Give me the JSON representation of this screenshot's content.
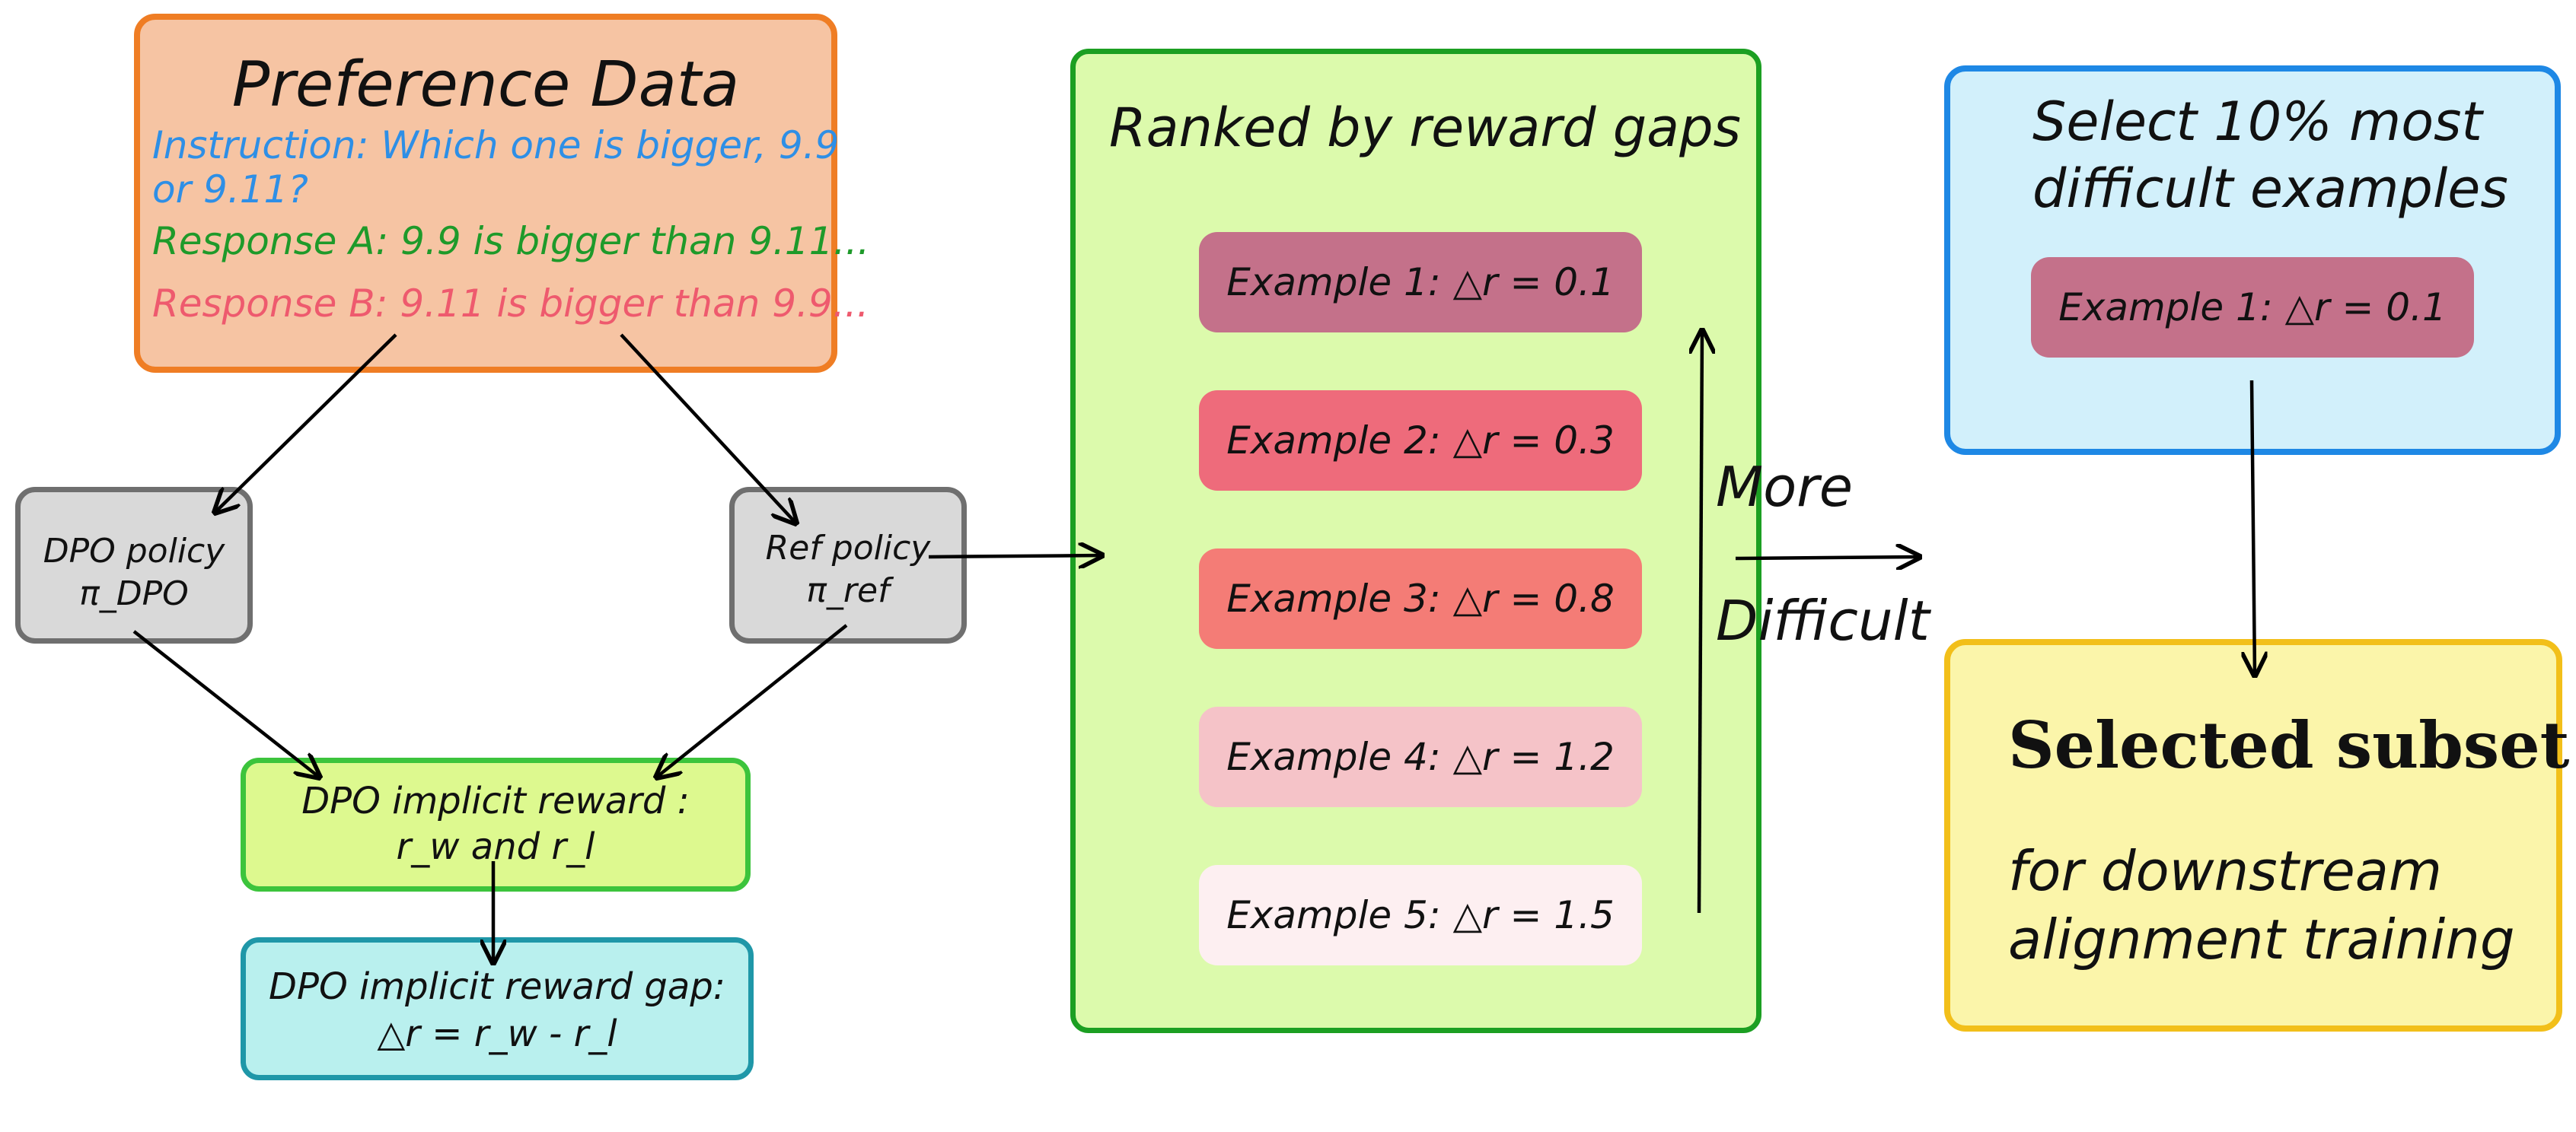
{
  "preference": {
    "title": "Preference Data",
    "instruction_line1": "Instruction: Which one is bigger, 9.9",
    "instruction_line2": "or 9.11?",
    "response_a": "Response A: 9.9 is bigger than 9.11...",
    "response_b": "Response B: 9.11 is bigger than 9.9...",
    "instruction_color": "#2e8fe6",
    "response_a_color": "#1e9a2a",
    "response_b_color": "#ee5a6e"
  },
  "dpo_policy": {
    "line1": "DPO policy",
    "line2": "π_DPO"
  },
  "ref_policy": {
    "line1": "Ref policy",
    "line2": "π_ref"
  },
  "implicit_reward": {
    "line1": "DPO implicit reward :",
    "line2": "r_w and r_l"
  },
  "reward_gap": {
    "line1": "DPO implicit reward gap:",
    "line2": "△r = r_w - r_l"
  },
  "ranked": {
    "title": "Ranked by reward gaps",
    "examples": [
      {
        "label": "Example 1: △r = 0.1",
        "color": "#c4718a"
      },
      {
        "label": "Example 2: △r = 0.3",
        "color": "#ee6b7b"
      },
      {
        "label": "Example 3: △r = 0.8",
        "color": "#f47c76"
      },
      {
        "label": "Example 4: △r = 1.2",
        "color": "#f5c3c8"
      },
      {
        "label": "Example 5: △r = 1.5",
        "color": "#fdeff1"
      }
    ],
    "arrow_label_top": "More",
    "arrow_label_bottom": "Difficult"
  },
  "select": {
    "title_line1": "Select 10% most",
    "title_line2": "difficult examples",
    "example": {
      "label": "Example 1: △r = 0.1",
      "color": "#c4718a"
    }
  },
  "subset": {
    "title": "Selected subset",
    "body_line1": "for downstream",
    "body_line2": "alignment training"
  }
}
